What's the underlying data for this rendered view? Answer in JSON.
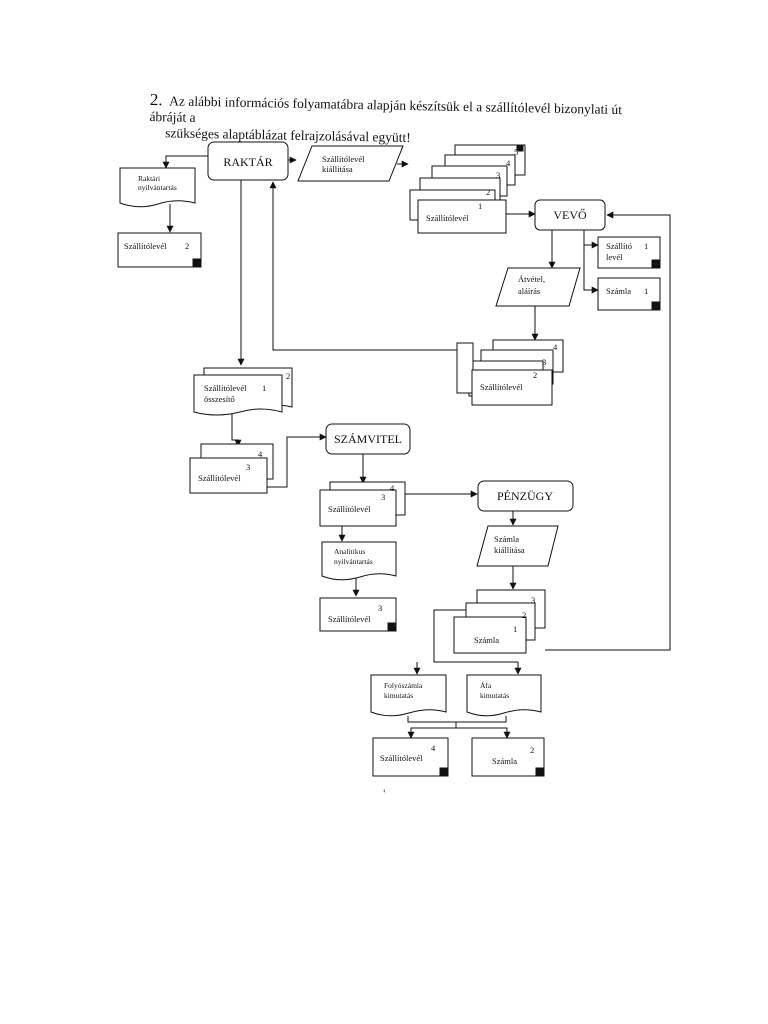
{
  "heading": {
    "number": "2.",
    "line1": "Az alábbi információs folyamatábra alapján készítsük el a szállítólevél bizonylati út ábráját a",
    "line2": "szükséges alaptáblázat felrajzolásával együtt!"
  },
  "nodes": {
    "raktar": "RAKTÁR",
    "vevo": "VEVŐ",
    "szamvitel": "SZÁMVITEL",
    "penzugy": "PÉNZÜGY"
  },
  "processes": {
    "szallitolevel_kiallitasa": [
      "Szállítólevél",
      "kiállítása"
    ],
    "atvetel_alairas": [
      "Átvétel,",
      "aláírás"
    ],
    "szamla_kiallitasa": [
      "Számla",
      "kiállítása"
    ]
  },
  "documents": {
    "raktari_nyilvantartas": [
      "Raktári",
      "nyilvántartás"
    ],
    "szallitolevel_2_stored": {
      "label": "Szállítólevél",
      "num": "2"
    },
    "stack_5": {
      "label": "Szállítólevél",
      "nums": [
        "5",
        "4",
        "3",
        "2",
        "1"
      ]
    },
    "vevo_szallito": {
      "label": [
        "Szállító",
        "levél"
      ],
      "num": "1"
    },
    "vevo_szamla": {
      "label": "Számla",
      "num": "1"
    },
    "stack_returned": {
      "label": "Szállítólevél",
      "nums": [
        "4",
        "3",
        "2"
      ]
    },
    "osszesito": {
      "label": [
        "Szállítólevél",
        "összesítő"
      ],
      "num": "1",
      "back": "2"
    },
    "stack_to_szamvitel": {
      "label": "Szállítólevél",
      "nums": [
        "4",
        "3"
      ]
    },
    "szamvitel_stack": {
      "label": "Szállítólevél",
      "nums": [
        "4",
        "3"
      ]
    },
    "analitikus": [
      "Analitikus",
      "nyilvántartás"
    ],
    "szamvitel_stored": {
      "label": "Szállítólevél",
      "num": "3"
    },
    "szamla_stack": {
      "label": "Számla",
      "nums": [
        "3",
        "2",
        "1"
      ]
    },
    "folyoszamla": [
      "Folyószámla",
      "kimutatás"
    ],
    "afa": [
      "Áfa",
      "kimutatás"
    ],
    "final_szallitolevel": {
      "label": "Szállítólevél",
      "num": "4"
    },
    "final_szamla": {
      "label": "Számla",
      "num": "2"
    }
  },
  "footer_mark": "‹"
}
